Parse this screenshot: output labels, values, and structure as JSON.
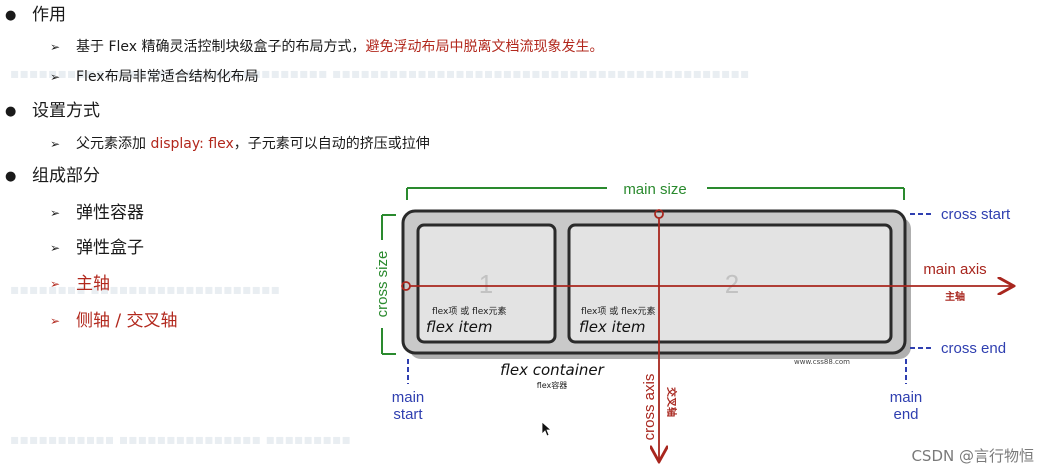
{
  "colors": {
    "red": "#b2281d",
    "green": "#2a8a2e",
    "blue": "#2f3fb0",
    "dark_red": "#a8261e"
  },
  "sections": [
    {
      "title": "作用",
      "items": [
        {
          "text_plain": "基于 Flex 精确灵活控制块级盒子的布局方式，",
          "text_red": "避免浮动布局中脱离文档流现象发生。"
        },
        {
          "text_plain": "Flex布局非常适合结构化布局"
        }
      ]
    },
    {
      "title": "设置方式",
      "items": [
        {
          "text_plain": "父元素添加 ",
          "text_red": "display: flex",
          "text_tail": "，子元素可以自动的挤压或拉伸"
        }
      ]
    },
    {
      "title": "组成部分",
      "items": [
        {
          "text": "弹性容器"
        },
        {
          "text": "弹性盒子"
        },
        {
          "text": "主轴"
        },
        {
          "text": "侧轴 / 交叉轴"
        }
      ]
    }
  ],
  "diagram": {
    "main_size": "main size",
    "cross_size": "cross size",
    "cross_start": "cross start",
    "cross_end": "cross end",
    "main_axis": "main axis",
    "main_axis_cn": "主轴",
    "cross_axis": "cross axis",
    "cross_axis_cn": "交叉轴",
    "main_start": [
      "main",
      "start"
    ],
    "main_end": [
      "main",
      "end"
    ],
    "item1_number": "1",
    "item2_number": "2",
    "item_caption_cn": "flex项 或 flex元素",
    "item_caption": "flex item",
    "container_label": "flex container",
    "container_label_cn": "flex容器",
    "site": "www.css88.com"
  },
  "watermark": "CSDN @言行物恒"
}
